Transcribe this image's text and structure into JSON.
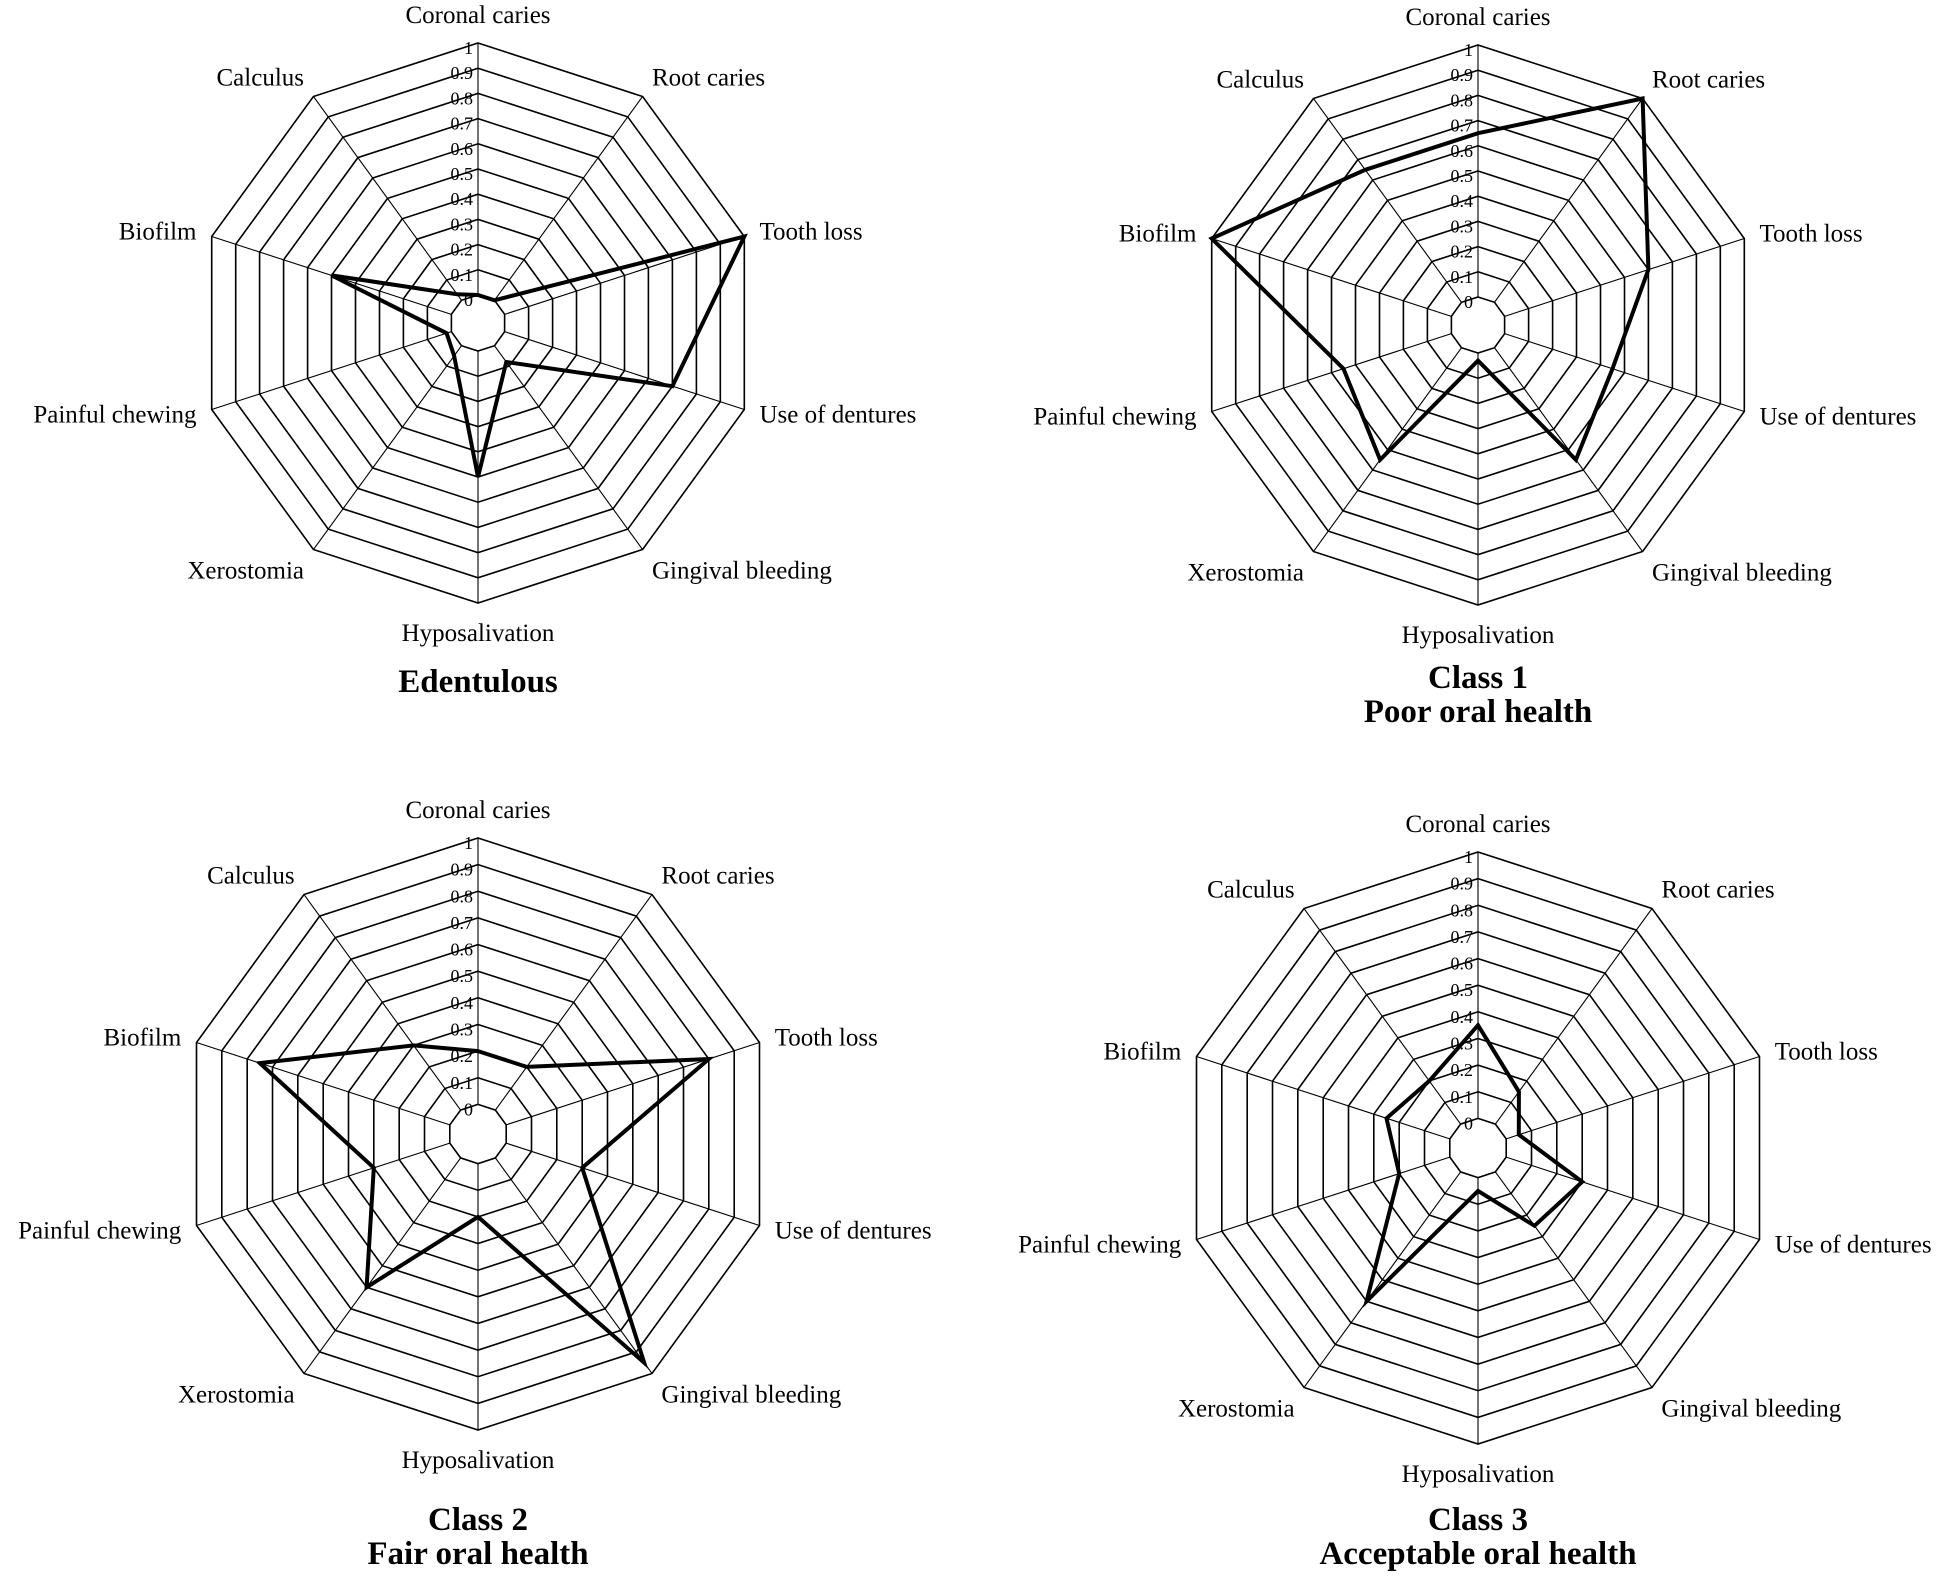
{
  "chart_data": [
    {
      "type": "radar",
      "title": [
        "Edentulous"
      ],
      "axes": [
        "Coronal caries",
        "Root caries",
        "Tooth loss",
        "Use of dentures",
        "Gingival bleeding",
        "Hyposalivation",
        "Xerostomia",
        "Painful chewing",
        "Biofilm",
        "Calculus"
      ],
      "tick_labels": [
        "0",
        "0.1",
        "0.2",
        "0.3",
        "0.4",
        "0.5",
        "0.6",
        "0.7",
        "0.8",
        "0.9",
        "1"
      ],
      "range": [
        0,
        1
      ],
      "values": [
        0,
        0,
        1.0,
        0.7,
        0.08,
        0.5,
        0.05,
        0.02,
        0.5,
        0.03
      ],
      "line_color": "#000000"
    },
    {
      "type": "radar",
      "title": [
        "Class 1",
        "Poor oral health"
      ],
      "axes": [
        "Coronal caries",
        "Root caries",
        "Tooth loss",
        "Use of dentures",
        "Gingival bleeding",
        "Hyposalivation",
        "Xerostomia",
        "Painful chewing",
        "Biofilm",
        "Calculus"
      ],
      "tick_labels": [
        "0",
        "0.1",
        "0.2",
        "0.3",
        "0.4",
        "0.5",
        "0.6",
        "0.7",
        "0.8",
        "0.9",
        "1"
      ],
      "range": [
        0,
        1
      ],
      "values": [
        0.65,
        1.0,
        0.6,
        0.45,
        0.55,
        0.03,
        0.55,
        0.45,
        1.0,
        0.65
      ],
      "line_color": "#000000"
    },
    {
      "type": "radar",
      "title": [
        "Class 2",
        "Fair oral health"
      ],
      "axes": [
        "Coronal caries",
        "Root caries",
        "Tooth loss",
        "Use of dentures",
        "Gingival bleeding",
        "Hyposalivation",
        "Xerostomia",
        "Painful chewing",
        "Biofilm",
        "Calculus"
      ],
      "tick_labels": [
        "0",
        "0.1",
        "0.2",
        "0.3",
        "0.4",
        "0.5",
        "0.6",
        "0.7",
        "0.8",
        "0.9",
        "1"
      ],
      "range": [
        0,
        1
      ],
      "values": [
        0.2,
        0.2,
        0.8,
        0.3,
        0.95,
        0.2,
        0.6,
        0.3,
        0.75,
        0.3
      ],
      "line_color": "#000000"
    },
    {
      "type": "radar",
      "title": [
        "Class 3",
        "Acceptable oral health"
      ],
      "axes": [
        "Coronal caries",
        "Root caries",
        "Tooth loss",
        "Use of dentures",
        "Gingival bleeding",
        "Hyposalivation",
        "Xerostomia",
        "Painful chewing",
        "Biofilm",
        "Calculus"
      ],
      "tick_labels": [
        "0",
        "0.1",
        "0.2",
        "0.3",
        "0.4",
        "0.5",
        "0.6",
        "0.7",
        "0.8",
        "0.9",
        "1"
      ],
      "range": [
        0,
        1
      ],
      "values": [
        0.35,
        0.15,
        0.05,
        0.3,
        0.25,
        0.05,
        0.6,
        0.2,
        0.25,
        0.2
      ],
      "line_color": "#000000"
    }
  ]
}
